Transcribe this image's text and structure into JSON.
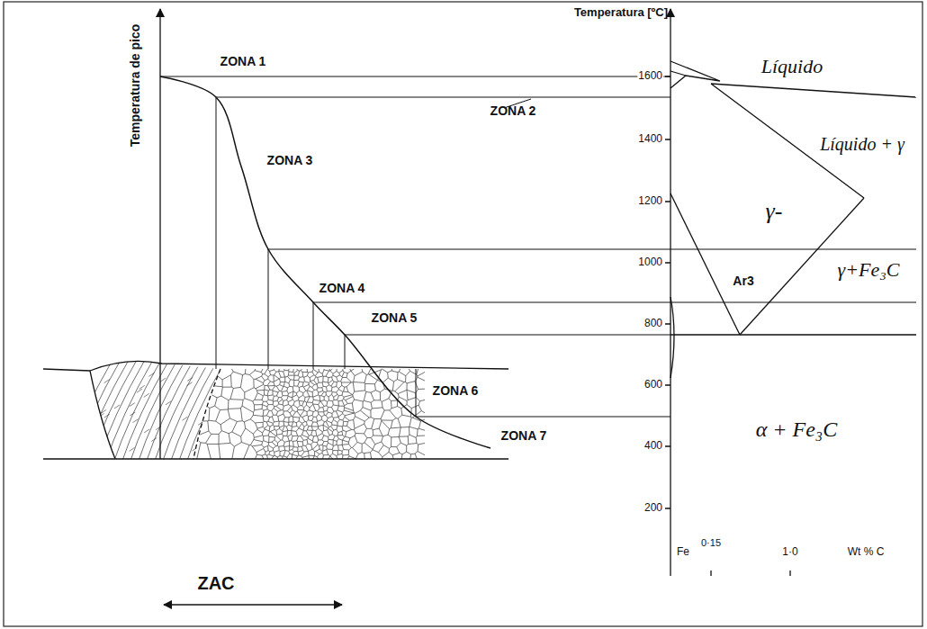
{
  "diagram": {
    "labels": [
      "Temperatura [ºC]",
      "Temperatura de pico",
      "ZONA 1",
      "ZONA 2",
      "ZONA 3",
      "ZONA 4",
      "ZONA 5",
      "ZONA 6",
      "ZONA 7",
      "Líquido",
      "Líquido + γ",
      "γ-",
      "Ar3",
      "γ+Fe₃C",
      "α + Fe₃C",
      "1600",
      "1400",
      "1200",
      "1000",
      "800",
      "600",
      "400",
      "200",
      "Fe",
      "0·15",
      "1·0",
      "Wt % C",
      "ZAC"
    ]
  }
}
